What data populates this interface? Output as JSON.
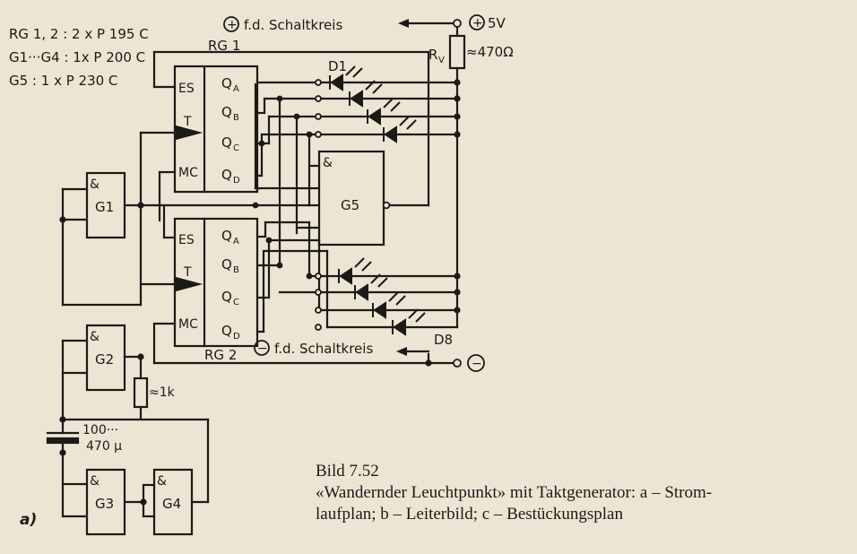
{
  "legend": {
    "line1": "RG 1, 2 : 2 x P 195 C",
    "line2": "G1···G4 : 1x P 200 C",
    "line3": "G5 : 1 x P 230 C"
  },
  "registers": [
    {
      "name": "RG 1",
      "pins_left": [
        "ES",
        "T",
        "MC"
      ],
      "pins_right": [
        "Q",
        "Q",
        "Q",
        "Q"
      ],
      "subs": [
        "A",
        "B",
        "C",
        "D"
      ]
    },
    {
      "name": "RG 2",
      "pins_left": [
        "ES",
        "T",
        "MC"
      ],
      "pins_right": [
        "Q",
        "Q",
        "Q",
        "Q"
      ],
      "subs": [
        "A",
        "B",
        "C",
        "D"
      ]
    }
  ],
  "gates": [
    "G1",
    "G2",
    "G3",
    "G4",
    "G5"
  ],
  "gate_symbol": "&",
  "supply": {
    "plus_label": "f.d. Schaltkreis",
    "plus_voltage": "5V",
    "minus_label": "f.d. Schaltkreis",
    "plus_symbol": "+",
    "minus_symbol": "−"
  },
  "resistor": {
    "name": "R",
    "sub": "V",
    "value": "≈470Ω"
  },
  "resistor2": {
    "value": "≈1k"
  },
  "capacitor": {
    "value_top": "100···",
    "value_bottom": "470 µ"
  },
  "diode_first": "D1",
  "diode_last": "D8",
  "figure_tag": "a)",
  "caption": {
    "title": "Bild 7.52",
    "line1": "«Wandernder Leuchtpunkt» mit Taktgenerator: a – Strom-",
    "line2": "laufplan; b – Leiterbild; c – Bestückungsplan"
  }
}
